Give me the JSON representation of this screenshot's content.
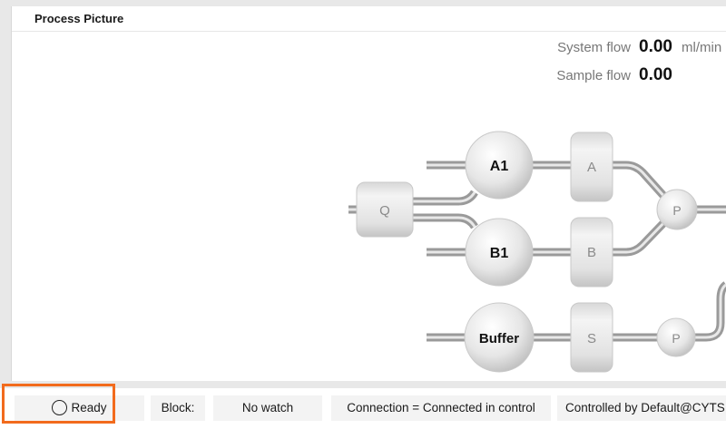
{
  "panel": {
    "title": "Process Picture"
  },
  "flows": {
    "system_label": "System flow",
    "system_value": "0.00",
    "system_unit": "ml/min",
    "sample_label": "Sample flow",
    "sample_value": "0.00"
  },
  "diagram": {
    "valve_q": "Q",
    "inlet_a1": "A1",
    "inlet_b1": "B1",
    "pump_a": "A",
    "pump_b": "B",
    "pressure_main": "P",
    "inlet_buffer": "Buffer",
    "pump_s": "S",
    "pressure_sample": "P"
  },
  "statusbar": {
    "ready": "Ready",
    "block": "Block:",
    "watch": "No watch",
    "connection": "Connection = Connected in control",
    "controlled": "Controlled by Default@CYTS"
  },
  "colors": {
    "highlight": "#f26b1d"
  }
}
